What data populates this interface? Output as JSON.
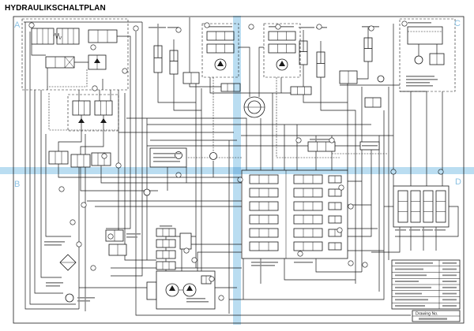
{
  "title": "HYDRAULIKSCHALTPLAN",
  "zones": {
    "top_left": "A",
    "bottom_left": "B",
    "top_right": "C",
    "bottom_right": "D"
  },
  "title_block": {
    "drawing_no_label": "Drawing No."
  },
  "colors": {
    "background": "#ffffff",
    "line": "#1a1a1a",
    "grid_band": "#a9d5ee",
    "zone_letter": "#8cc2e3"
  }
}
